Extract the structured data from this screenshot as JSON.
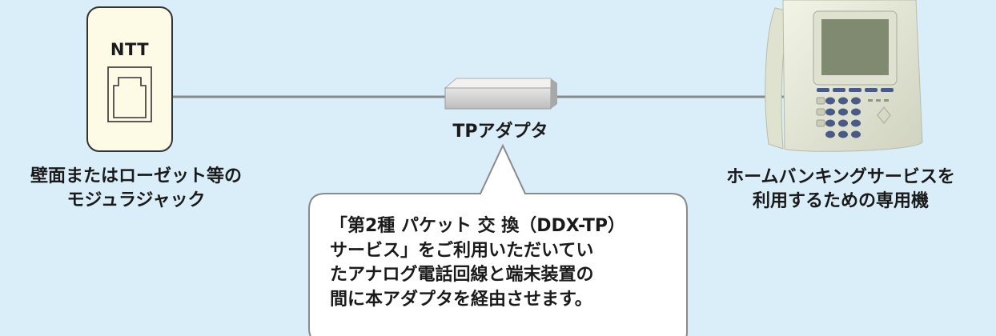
{
  "wall_jack": {
    "brand": "NTT",
    "label_lines": [
      "壁面またはローゼット等の",
      "モジュラジャック"
    ]
  },
  "adapter": {
    "label": "TPアダプタ"
  },
  "terminal": {
    "label_lines": [
      "ホームバンキングサービスを",
      "利用するための専用機"
    ]
  },
  "callout": {
    "lines": [
      "「第2種 パケット 交 換（DDX-TP）",
      "サービス」をご利用いただいてい",
      "たアナログ電話回線と端末装置の",
      "間に本アダプタを経由させます。"
    ]
  },
  "colors": {
    "background": "#d9eef9",
    "jack_plate": "#fdfbe6",
    "line": "#8a8a8a",
    "adapter_body": "#d8d8d8",
    "terminal_body": "#e9ecd8",
    "terminal_screen": "#7f8a70",
    "keypad_buttons": "#4a5a86"
  }
}
